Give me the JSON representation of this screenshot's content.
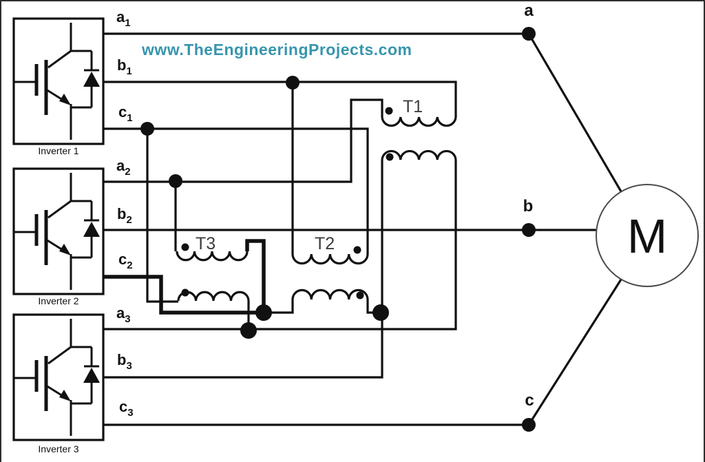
{
  "watermark": {
    "text": "www.TheEngineeringProjects.com",
    "color": "#3795ad"
  },
  "colors": {
    "wire": "#111111",
    "motor_outline": "#4a4a4a"
  },
  "inverters": [
    {
      "label": "Inverter 1",
      "outputs": [
        {
          "base": "a",
          "sub": "1"
        },
        {
          "base": "b",
          "sub": "1"
        },
        {
          "base": "c",
          "sub": "1"
        }
      ]
    },
    {
      "label": "Inverter 2",
      "outputs": [
        {
          "base": "a",
          "sub": "2"
        },
        {
          "base": "b",
          "sub": "2"
        },
        {
          "base": "c",
          "sub": "2"
        }
      ]
    },
    {
      "label": "Inverter 3",
      "outputs": [
        {
          "base": "a",
          "sub": "3"
        },
        {
          "base": "b",
          "sub": "3"
        },
        {
          "base": "c",
          "sub": "3"
        }
      ]
    }
  ],
  "transformers": [
    {
      "label": "T1"
    },
    {
      "label": "T2"
    },
    {
      "label": "T3"
    }
  ],
  "phases": [
    {
      "label": "a"
    },
    {
      "label": "b"
    },
    {
      "label": "c"
    }
  ],
  "motor": {
    "label": "M"
  }
}
